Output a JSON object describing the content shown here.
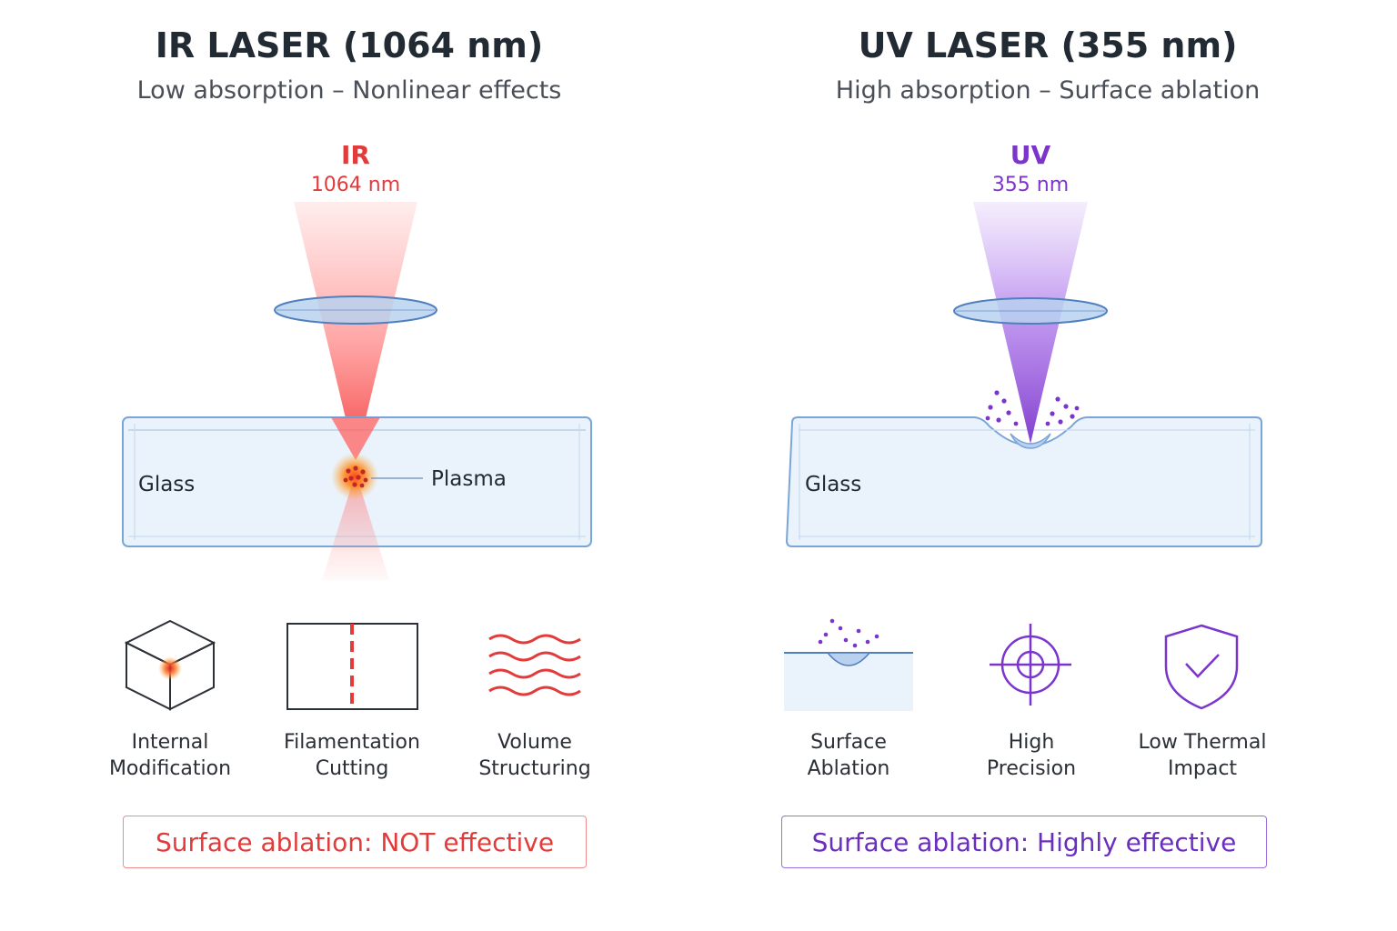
{
  "colors": {
    "ir_accent": "#e23b3b",
    "uv_accent": "#7b35cc",
    "glass_fill": "#eaf2fb",
    "glass_stroke": "#7aa5d8",
    "lens_fill": "#b9d1ef",
    "lens_stroke": "#4f7fbf",
    "plasma": "#ff8a1a",
    "text_dark": "#222a33"
  },
  "ir": {
    "title": "IR LASER (1064 nm)",
    "subtitle": "Low absorption – Nonlinear effects",
    "beam_label": "IR",
    "beam_wavelength": "1064 nm",
    "glass_label": "Glass",
    "plasma_label": "Plasma",
    "icons": [
      {
        "name": "cube-icon",
        "line1": "Internal",
        "line2": "Modification"
      },
      {
        "name": "cut-line-icon",
        "line1": "Filamentation",
        "line2": "Cutting"
      },
      {
        "name": "waves-icon",
        "line1": "Volume",
        "line2": "Structuring"
      }
    ],
    "status": "Surface ablation: NOT effective"
  },
  "uv": {
    "title": "UV LASER (355 nm)",
    "subtitle": "High absorption – Surface ablation",
    "beam_label": "UV",
    "beam_wavelength": "355 nm",
    "glass_label": "Glass",
    "icons": [
      {
        "name": "ablation-crater-icon",
        "line1": "Surface",
        "line2": "Ablation"
      },
      {
        "name": "crosshair-icon",
        "line1": "High",
        "line2": "Precision"
      },
      {
        "name": "shield-check-icon",
        "line1": "Low Thermal",
        "line2": "Impact"
      }
    ],
    "status": "Surface ablation: Highly effective"
  }
}
